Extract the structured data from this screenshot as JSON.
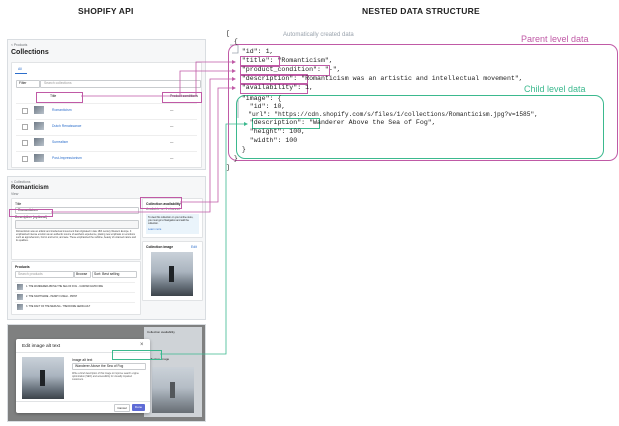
{
  "headers": {
    "left": "SHOPIFY API",
    "right": "NESTED DATA STRUCTURE"
  },
  "annotations": {
    "auto_created": "Automatically created data",
    "parent": "Parent level data",
    "child": "Child level data"
  },
  "colors": {
    "parent": "#c05aa6",
    "child": "#3bb98e",
    "auto": "#9aa3ad"
  },
  "collections_page": {
    "breadcrumb": "< Products",
    "title": "Collections",
    "tab": "All",
    "filter": "Filter",
    "search_placeholder": "Search collections",
    "col_title": "Title",
    "col_condition": "Product conditions",
    "rows": [
      {
        "name": "Romanticism",
        "cond": "—"
      },
      {
        "name": "Dutch Renaissance",
        "cond": "—"
      },
      {
        "name": "Surrealism",
        "cond": "—"
      },
      {
        "name": "Post-Impressionism",
        "cond": "—"
      }
    ]
  },
  "collection_detail": {
    "breadcrumb": "< Collections",
    "title": "Romanticism",
    "subtitle": "View",
    "title_label": "Title",
    "title_value": "Romanticism",
    "desc_label": "Description (optional)",
    "desc_text": "Romanticism was an artistic and intellectual movement that originated in late 18th century Western Europe. It emphasized intense emotion as an authentic source of aesthetic experience, placing new emphasis on emotions such as apprehension, horror and terror, and awe. These emphasized the sublime, beauty of untamed nature and its qualities.",
    "availability_label": "Collection availability",
    "availability_text": "Available on 1 channel",
    "info_text": "To view this collection on your online store, you must go to Navigation and add the collection.",
    "info_link": "Learn more",
    "image_label": "Collection image",
    "image_edit": "Edit",
    "products_label": "Products",
    "products_search": "Search products",
    "browse": "Browse",
    "sort": "Sort: Best selling",
    "products": [
      "1. THE WANDERER ABOVE THE SEA OF FOG - CASPAR DAVID FRIE",
      "2. THE NIGHTMARE - HENRY FUSELI - PRINT",
      "3. THE RAFT OF THE MEDUSA - THEODORE GERICAULT"
    ]
  },
  "modal": {
    "title": "Edit image alt text",
    "close": "×",
    "alt_label": "Image alt text",
    "alt_value": "Wanderer Above the Sea of Fog",
    "help": "Write a brief description of this image to improve search engine optimization (SEO) and accessibility for visually impaired customers.",
    "cancel": "Cancel",
    "done": "Done",
    "bg_availability": "Collection availability",
    "bg_image_label": "Collection image"
  },
  "json_text": {
    "l1": "[",
    "l2": "  {",
    "l3": "    \"id\": 1,",
    "l4": "    \"title\": \"Romanticism\",",
    "l5": "    \"product_condition\": \"-\",",
    "l6": "    \"description\": \"Romanticism was an artistic and intellectual movement\",",
    "l7": "    \"availability\": 1,",
    "l8": "    \"image\": {",
    "l9": "      \"id\": 10,",
    "l10": "      \"url\": \"https://cdn.shopify.com/s/files/1/collections/Romanticism.jpg?v=1585\",",
    "l11": "      \"description\": \"Wanderer Above the Sea of Fog\",",
    "l12": "      \"height\": 100,",
    "l13": "      \"width\": 100",
    "l14": "    }",
    "l15": "  }",
    "l16": "]"
  }
}
